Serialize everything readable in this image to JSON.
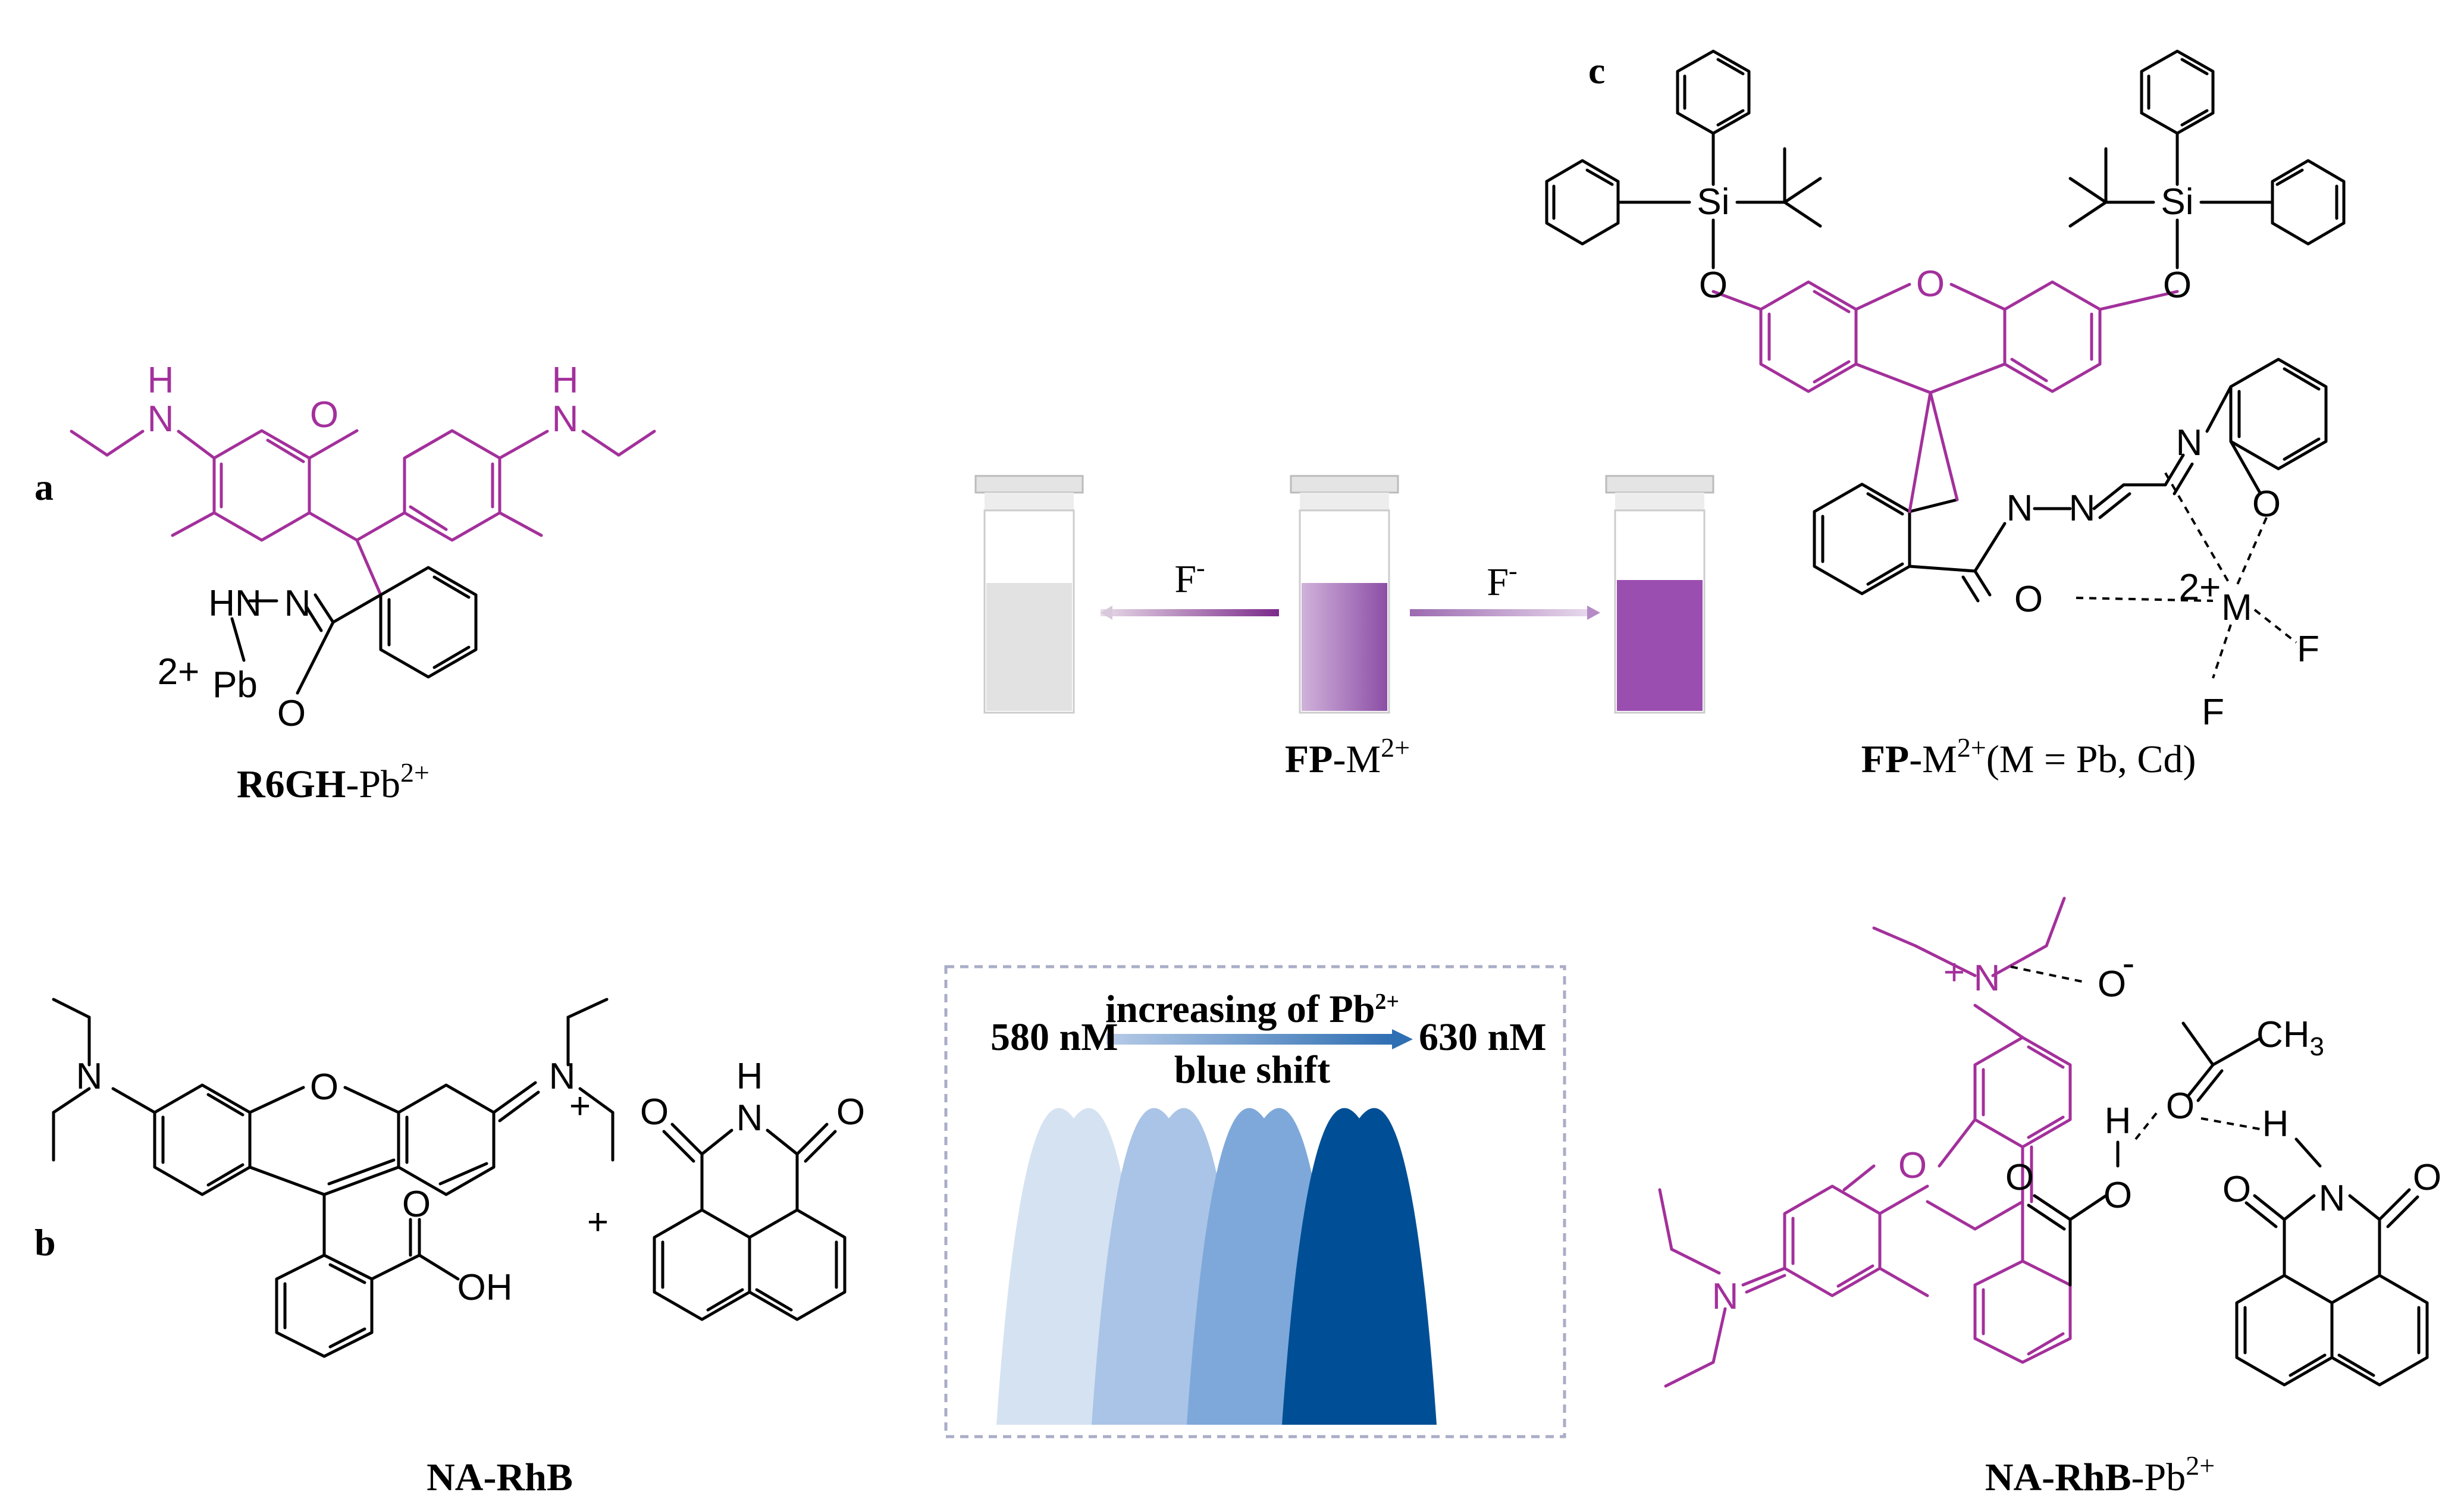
{
  "panels": {
    "a": {
      "label": "a",
      "caption_bold": "R6GH",
      "caption_rest": "-Pb",
      "caption_sup": "2+"
    },
    "b": {
      "label": "b",
      "caption_bold": "NA-RhB",
      "plus_sign": "+"
    },
    "c": {
      "label": "c",
      "caption_bold": "FP",
      "caption_rest": "-M",
      "caption_sup": "2+",
      "caption_tail": "(M = Pb, Cd)"
    },
    "cuvettes": {
      "left_arrow_label": "F",
      "right_arrow_label": "F",
      "superscript": "-",
      "caption_bold": "FP",
      "caption_rest": "-M",
      "caption_sup": "2+"
    },
    "emission": {
      "left_value": "580 nM",
      "arrow_text": "increasing of Pb",
      "arrow_sup": "2+",
      "right_value": "630 nM",
      "shift_text": "blue shift",
      "peak_colors": [
        "#d5e2f2",
        "#a9c4e6",
        "#7ea8da",
        "#004f96"
      ]
    },
    "complex": {
      "caption_bold": "NA-RhB",
      "caption_rest": "-Pb",
      "caption_sup": "2+"
    }
  },
  "atoms": {
    "a": {
      "nh_left": "H",
      "n_left": "N",
      "o_ring": "O",
      "nh_right": "H",
      "n_right": "N",
      "hn": "HN",
      "n_eq": "N",
      "pb": "Pb",
      "pb_charge": "2+",
      "o_pb": "O"
    },
    "b": {
      "n_left": "N",
      "o_ring": "O",
      "n_plus": "N",
      "plus": "+",
      "oh": "OH",
      "o_acid": "O",
      "nh_h": "H",
      "nh_n": "N",
      "o_l": "O",
      "o_r": "O"
    },
    "c": {
      "si_l": "Si",
      "si_r": "Si",
      "o_l": "O",
      "o_r": "O",
      "o_ring": "O",
      "n1": "N",
      "n2": "N",
      "n3": "N",
      "o_keto": "O",
      "o_ph": "O",
      "m_charge": "2+",
      "m": "M",
      "f1": "F",
      "f2": "F"
    },
    "d": {
      "n_plus": "N",
      "plus": "+",
      "o_minus": "O",
      "minus": "-",
      "ch3": "CH",
      "ch3_sub": "3",
      "o_eq": "O",
      "h1": "H",
      "h2": "H",
      "o_ring": "O",
      "o_cooh": "O",
      "o_h": "O",
      "n_eq": "N",
      "n_imide": "N",
      "o_i1": "O",
      "o_i2": "O"
    }
  }
}
